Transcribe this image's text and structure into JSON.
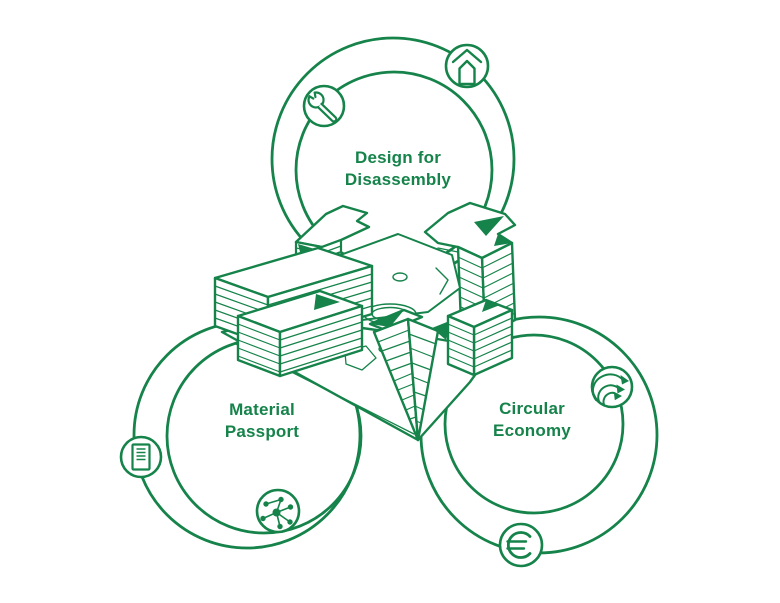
{
  "page": {
    "background_color": "#ffffff",
    "accent_color": "#15834a"
  },
  "diagram": {
    "name": "circular-construction-concept",
    "center_illustration": "isometric-modular-building",
    "rings": [
      {
        "id": "design-for-disassembly",
        "label": "Design for Disassembly",
        "icons": [
          "wrench-icon",
          "house-reuse-icon"
        ]
      },
      {
        "id": "material-passport",
        "label": "Material Passport",
        "icons": [
          "document-icon",
          "molecule-icon"
        ]
      },
      {
        "id": "circular-economy",
        "label": "Circular Economy",
        "icons": [
          "recycle-arrows-icon",
          "euro-icon"
        ]
      }
    ]
  }
}
